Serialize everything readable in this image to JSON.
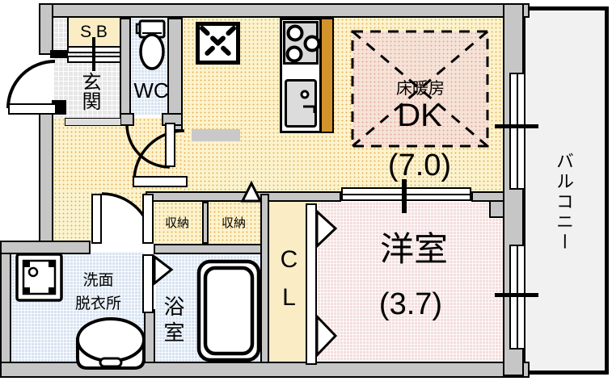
{
  "plan_type": "apartment-floorplan",
  "rooms": {
    "shoe_box": {
      "label": "S B"
    },
    "entrance": {
      "label": "玄関"
    },
    "wc": {
      "label": "WC"
    },
    "dining_kitchen": {
      "heating_label": "床暖房",
      "label": "DK",
      "area": "(7.0)"
    },
    "storage_left": {
      "label": "収納"
    },
    "storage_right": {
      "label": "収納"
    },
    "closet": {
      "label": "CL"
    },
    "western_room": {
      "label": "洋室",
      "area": "(3.7)"
    },
    "washroom": {
      "line1": "洗面",
      "line2": "脱衣所"
    },
    "bathroom": {
      "label": "浴室"
    },
    "balcony": {
      "label": "バルコニー"
    }
  },
  "colors": {
    "floor-yellow": "#fcf3cd",
    "dot-orange": "#e3b25c",
    "floor-pink": "#f4dede",
    "floor-blue": "#d7e3f2",
    "floor-cream": "#faecc5",
    "heating-fill": "#f6e2d7",
    "wall-gray": "#c6c6c6",
    "counter-orange": "#d4922a",
    "balcony-fill": "#f1f1f1"
  }
}
